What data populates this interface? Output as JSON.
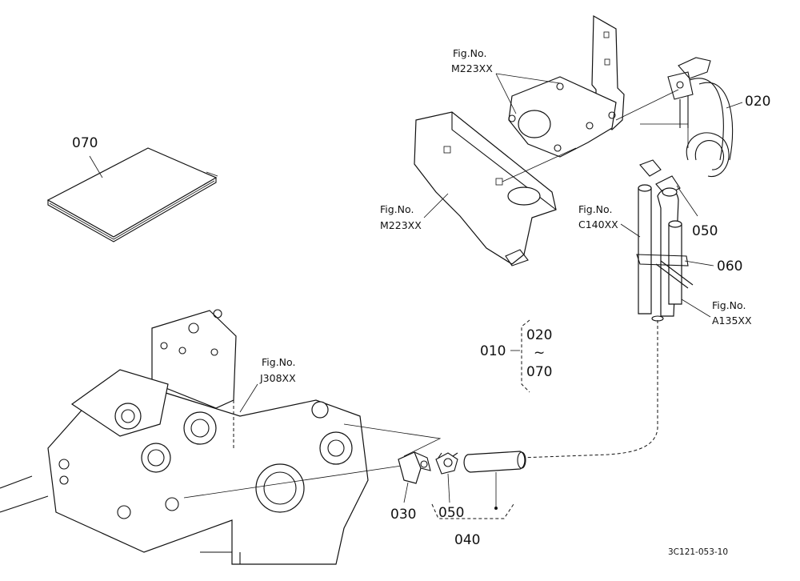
{
  "part_labels": {
    "p070": "070",
    "p020": "020",
    "p050_top": "050",
    "p060": "060",
    "p030": "030",
    "p050_bottom": "050",
    "p040": "040",
    "p010": "010",
    "group_start": "020",
    "group_tilde": "~",
    "group_end": "070"
  },
  "figure_refs": {
    "m223_bracket": [
      "Fig.No.",
      "M223XX"
    ],
    "m223_cover": [
      "Fig.No.",
      "M223XX"
    ],
    "c140": [
      "Fig.No.",
      "C140XX"
    ],
    "a135": [
      "Fig.No.",
      "A135XX"
    ],
    "j308": [
      "Fig.No.",
      "J308XX"
    ]
  },
  "drawing_code": "3C121-053-10"
}
